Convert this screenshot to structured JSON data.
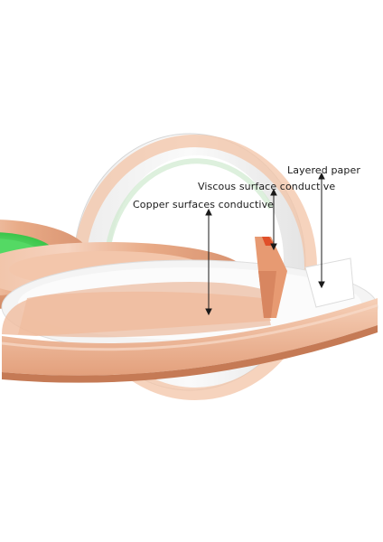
{
  "annotations": {
    "layered_paper": "Layered paper",
    "viscous_surface": "Viscous surface conductive",
    "copper_surfaces": "Copper surfaces conductive"
  },
  "colors": {
    "copper_light": "#f3c7ad",
    "copper_mid": "#e3a07c",
    "copper_dark": "#c97b57",
    "liner_white": "#f6f6f6",
    "core_green": "#39d04a",
    "arrow": "#1a1a1a",
    "background": "#ffffff"
  }
}
